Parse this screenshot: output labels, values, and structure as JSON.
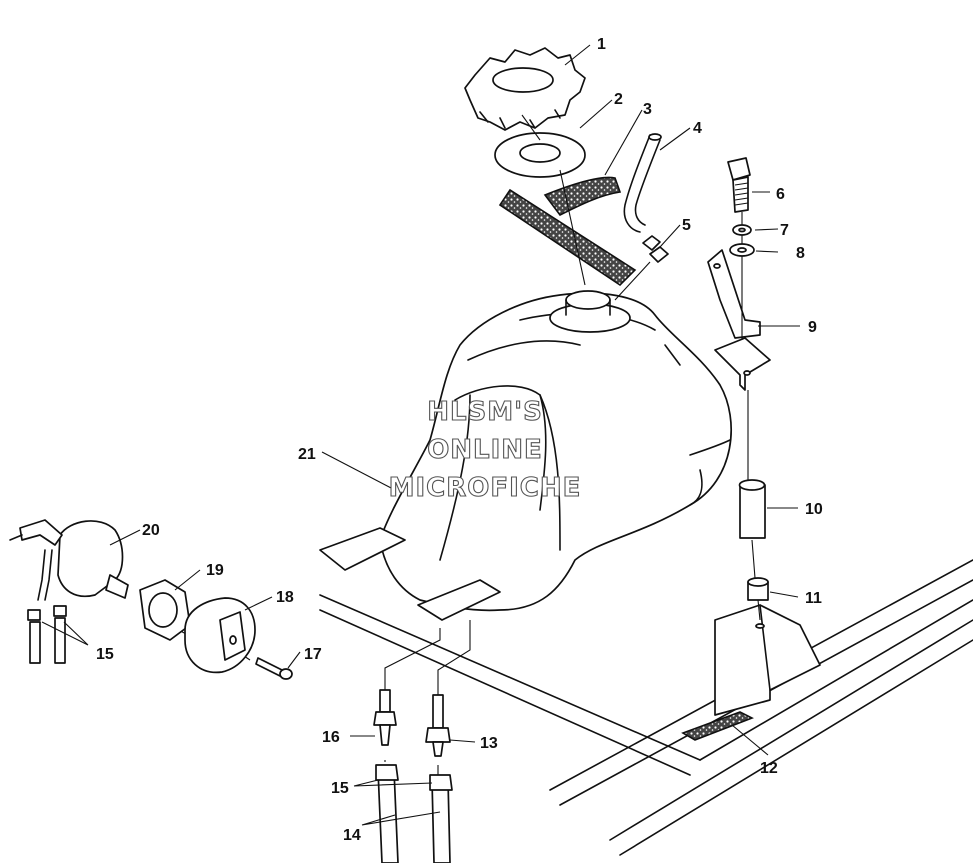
{
  "watermark": {
    "line1": "HLSM'S",
    "line2": "ONLINE",
    "line3": "MICROFICHE"
  },
  "callouts": {
    "c1": "1",
    "c2": "2",
    "c3": "3",
    "c4": "4",
    "c5": "5",
    "c6": "6",
    "c7": "7",
    "c8": "8",
    "c9": "9",
    "c10": "10",
    "c11": "11",
    "c12": "12",
    "c13": "13",
    "c14": "14",
    "c15a": "15",
    "c15b": "15",
    "c16": "16",
    "c17": "17",
    "c18": "18",
    "c19": "19",
    "c20": "20",
    "c21": "21"
  },
  "colors": {
    "ink": "#111111",
    "paper": "#ffffff",
    "watermark_outline": "#555555"
  }
}
